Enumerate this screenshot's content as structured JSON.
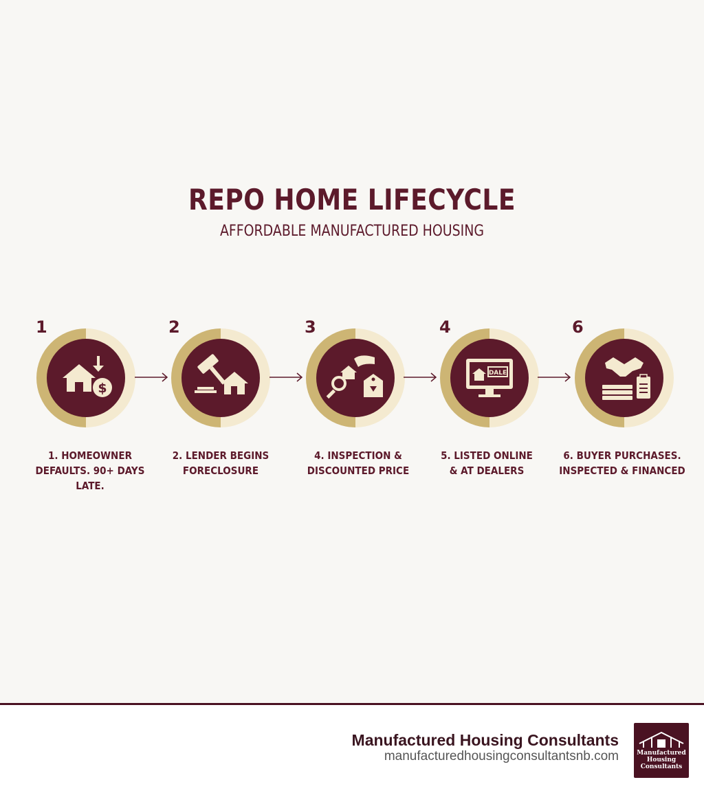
{
  "header": {
    "title": "REPO HOME LIFECYCLE",
    "subtitle": "AFFORDABLE MANUFACTURED HOUSING"
  },
  "steps": [
    {
      "number": "1",
      "label_line1": "1. HOMEOWNER",
      "label_line2": "DEFAULTS. 90+ DAYS LATE.",
      "icon": "house-dollar-icon"
    },
    {
      "number": "2",
      "label_line1": "2. LENDER BEGINS",
      "label_line2": "FORECLOSURE",
      "icon": "gavel-house-icon"
    },
    {
      "number": "3",
      "label_line1": "4. INSPECTION &",
      "label_line2": "DISCOUNTED PRICE",
      "icon": "inspection-price-tag-icon"
    },
    {
      "number": "4",
      "label_line1": "5. LISTED ONLINE",
      "label_line2": "& AT DEALERS",
      "icon": "monitor-listing-icon",
      "monitor_sign": "DALE"
    },
    {
      "number": "6",
      "label_line1": "6. BUYER PURCHASES.",
      "label_line2": "INSPECTED & FINANCED",
      "icon": "handshake-money-icon"
    }
  ],
  "footer": {
    "brand_name": "Manufactured Housing Consultants",
    "brand_url": "manufacturedhousingconsultantsnb.com",
    "logo_line1": "Manufactured",
    "logo_line2": "Housing",
    "logo_line3": "Consultants"
  },
  "colors": {
    "maroon": "#5c1a2b",
    "gold": "#cdb574",
    "cream": "#f4ead0",
    "background": "#f8f7f4"
  }
}
